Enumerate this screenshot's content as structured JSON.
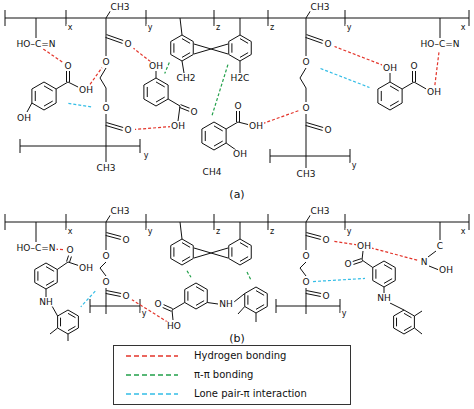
{
  "diagram": {
    "labels": [
      "x",
      "y",
      "z",
      "z",
      "y",
      "x",
      "HO–C=N",
      "CH3",
      "O",
      "O",
      "O",
      "O",
      "y",
      "CH3",
      "OH",
      "O",
      "OH",
      "OH",
      "O",
      "OH",
      "CH2",
      "H2C",
      "OH",
      "O",
      "OH",
      "CH4",
      "CH3",
      "O",
      "O",
      "O",
      "O",
      "y",
      "CH3",
      "HO–C=N",
      "OH",
      "O",
      "OH",
      "(a)",
      "x",
      "y",
      "z",
      "z",
      "y",
      "x",
      "HO–C=N",
      "CH3",
      "O",
      "O",
      "O",
      "O",
      "y",
      "O",
      "OH",
      "NH",
      "O",
      "HO",
      "NH",
      "O",
      "OH",
      "NH",
      "CH3",
      "O",
      "O",
      "O",
      "O",
      "y",
      "C",
      "N",
      "OH",
      "(b)"
    ],
    "legend": [
      {
        "text": "Hydrogen bonding"
      },
      {
        "text": "π-π bonding"
      },
      {
        "text": "Lone pair-π interaction"
      }
    ]
  }
}
